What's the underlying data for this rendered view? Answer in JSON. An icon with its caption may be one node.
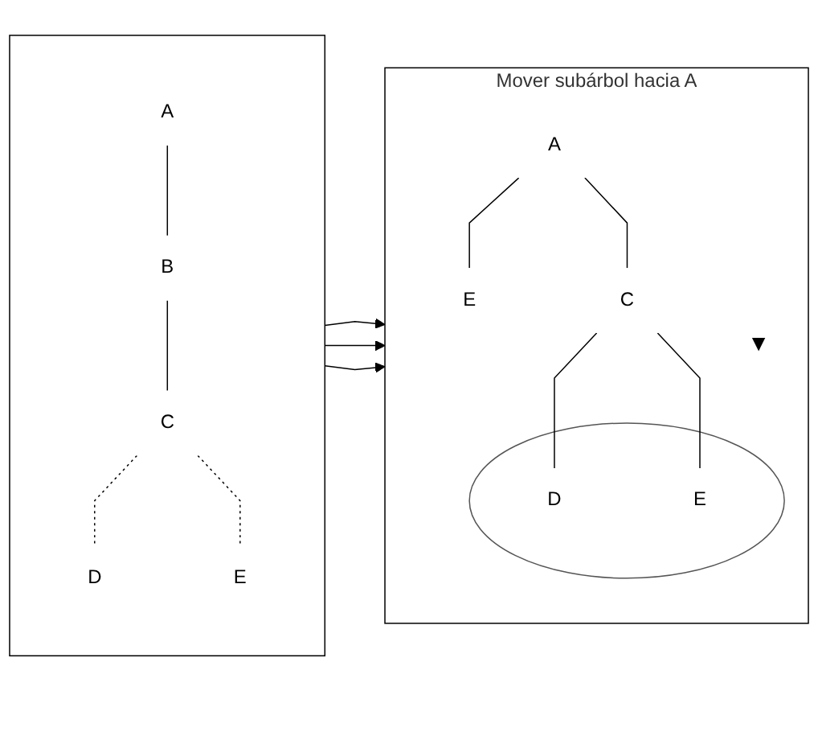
{
  "diagram": {
    "nodes": [
      {
        "text": [],
        "shape": "box"
      },
      {
        "text": [
          "A"
        ],
        "in": 0
      },
      {
        "text": [
          "B"
        ],
        "in": 0
      },
      {
        "text": [
          "C"
        ],
        "in": 0
      },
      {
        "text": [
          "D"
        ],
        "in": 0
      },
      {
        "text": [
          "E"
        ],
        "in": 0
      },
      {
        "text": [
          "Mover subárbol hacia A"
        ]
      },
      {
        "text": [
          "A"
        ],
        "in": 6
      },
      {
        "text": [
          "E"
        ],
        "in": 6
      },
      {
        "text": [],
        "shape": "circle",
        "in": 6
      },
      {
        "text": [
          "C"
        ],
        "in": 6
      },
      {
        "text": [
          "D"
        ],
        "in": 9
      },
      {
        "text": [
          "E"
        ],
        "in": 9
      }
    ],
    "edges": [
      {
        "from": 1,
        "to": 2,
        "arrow": "none"
      },
      {
        "from": 2,
        "to": 3,
        "arrow": "none"
      },
      {
        "from": 3,
        "to": 4,
        "arrow": "none",
        "style": "dashed"
      },
      {
        "from": 3,
        "to": 5,
        "arrow": "none",
        "style": "dashed"
      },
      {
        "from": 0,
        "to": 6,
        "arrow": "to"
      },
      {
        "from": 0,
        "to": 6,
        "arrow": "to"
      },
      {
        "from": 0,
        "to": 6,
        "arrow": "to"
      },
      {
        "from": 7,
        "to": 8,
        "arrow": "none"
      },
      {
        "from": 7,
        "to": 10,
        "arrow": "none"
      },
      {
        "from": 10,
        "to": 11,
        "arrow": "none"
      },
      {
        "from": 10,
        "to": 12,
        "arrow": "none"
      }
    ],
    "labels": [
      "▼"
    ]
  }
}
